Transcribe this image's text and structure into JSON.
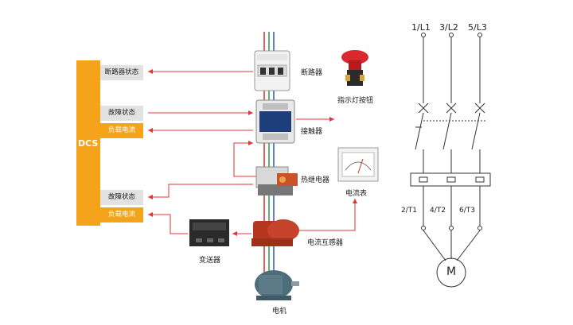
{
  "dcs": {
    "title": "DCS",
    "rows": [
      {
        "label": "断路器状态",
        "style": "grey"
      },
      {
        "label": "故障状态",
        "style": "grey"
      },
      {
        "label": "负载电流",
        "style": "orange"
      },
      {
        "label": "故障状态",
        "style": "grey"
      },
      {
        "label": "负载电流",
        "style": "orange"
      }
    ]
  },
  "components": {
    "breaker": "断路器",
    "indicator_button": "指示灯按钮",
    "contactor": "接触器",
    "ammeter": "电流表",
    "thermal_relay": "热继电器",
    "transmitter": "变送器",
    "current_transformer": "电流互感器",
    "motor": "电机"
  },
  "schematic": {
    "phases": [
      "1/L1",
      "3/L2",
      "5/L3"
    ],
    "terminals": [
      "2/T1",
      "4/T2",
      "6/T3"
    ],
    "motor_symbol": "M"
  },
  "colors": {
    "dcs_orange": "#f5a31a",
    "arrow_red": "#e0353a",
    "wire_red": "#e0353a",
    "wire_green": "#2ea44f",
    "wire_blue": "#3a63c8"
  }
}
